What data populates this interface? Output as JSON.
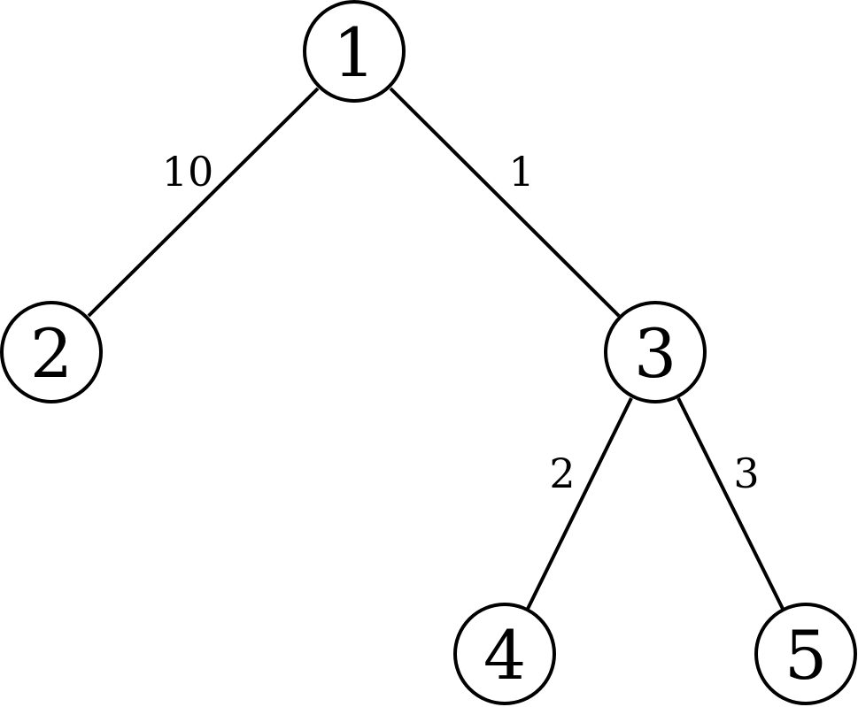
{
  "diagram": {
    "type": "weighted-tree",
    "nodes": [
      {
        "id": "1",
        "label": "1"
      },
      {
        "id": "2",
        "label": "2"
      },
      {
        "id": "3",
        "label": "3"
      },
      {
        "id": "4",
        "label": "4"
      },
      {
        "id": "5",
        "label": "5"
      }
    ],
    "edges": [
      {
        "from": "1",
        "to": "2",
        "weight": "10"
      },
      {
        "from": "1",
        "to": "3",
        "weight": "1"
      },
      {
        "from": "3",
        "to": "4",
        "weight": "2"
      },
      {
        "from": "3",
        "to": "5",
        "weight": "3"
      }
    ]
  }
}
